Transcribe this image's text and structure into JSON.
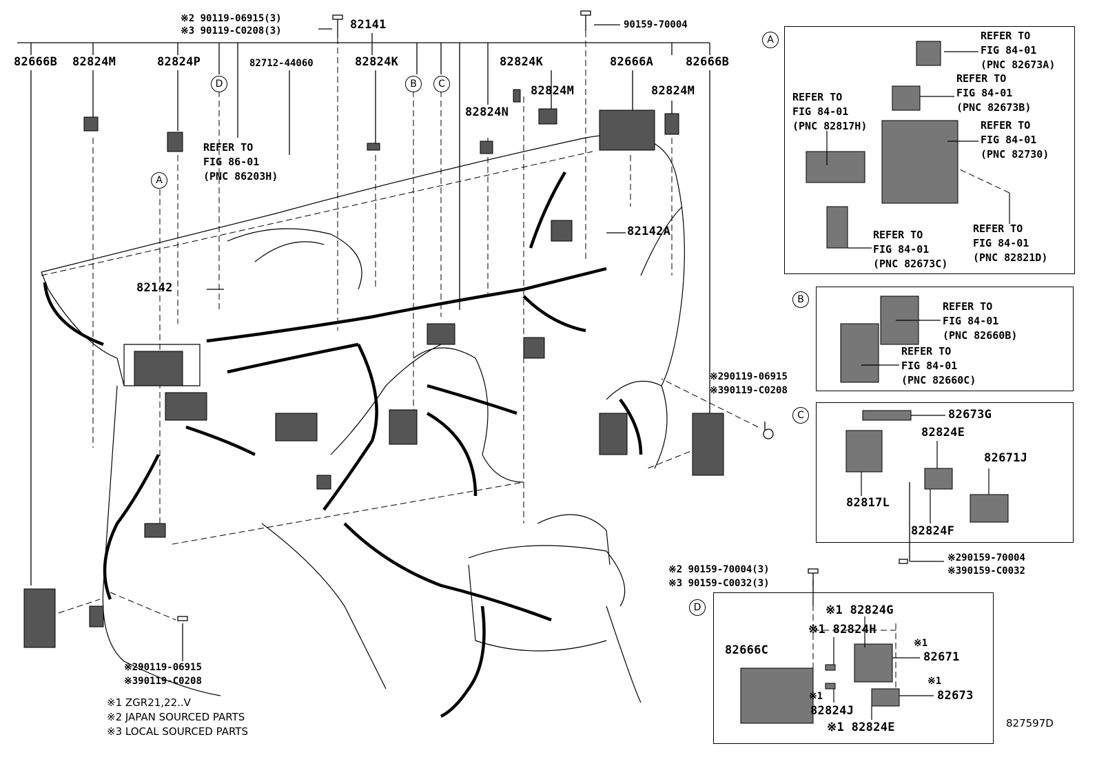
{
  "top_labels": {
    "p82666b_left": "82666B",
    "p82824m_left": "82824M",
    "p82824p": "82824P",
    "p82712": "82712-44060",
    "p82824k_a": "82824K",
    "p82824k_b": "82824K",
    "p82666a": "82666A",
    "p82666b_right": "82666B",
    "p82824m_mid": "82824M",
    "p82824m_right": "82824M",
    "p82824n": "82824N",
    "p82141": "82141",
    "p82142": "82142",
    "p82142a": "82142A"
  },
  "bolts": {
    "top_left_1": "※2 90119-06915(3)",
    "top_left_2": "※3 90119-C0208(3)",
    "top_mid": "90159-70004",
    "right_mid_1": "※290119-06915",
    "right_mid_2": "※390119-C0208",
    "bottom_left_1": "※290119-06915",
    "bottom_left_2": "※390119-C0208",
    "bottom_mid_1": "※2 90159-70004(3)",
    "bottom_mid_2": "※3 90159-C0032(3)",
    "box_c_1": "※290159-70004",
    "box_c_2": "※390159-C0032"
  },
  "main_refer": "REFER TO\nFIG 86-01\n(PNC 86203H)",
  "callouts": {
    "a": "A",
    "b": "B",
    "c": "C",
    "d": "D"
  },
  "box_a": {
    "ref1": "REFER TO\nFIG 84-01\n(PNC 82673A)",
    "ref2": "REFER TO\nFIG 84-01\n(PNC 82673B)",
    "ref3": "REFER TO\nFIG 84-01\n(PNC 82817H)",
    "ref4": "REFER TO\nFIG 84-01\n(PNC 82730)",
    "ref5": "REFER TO\nFIG 84-01\n(PNC 82673C)",
    "ref6": "REFER TO\nFIG 84-01\n(PNC 82821D)"
  },
  "box_b": {
    "ref1": "REFER TO\nFIG 84-01\n(PNC 82660B)",
    "ref2": "REFER TO\nFIG 84-01\n(PNC 82660C)"
  },
  "box_c": {
    "p1": "82673G",
    "p2": "82824E",
    "p3": "82671J",
    "p4": "82817L",
    "p5": "82824F"
  },
  "box_d": {
    "p1": "※1 82824G",
    "p2": "※1 82824H",
    "p3": "82666C",
    "p4_mark": "※1",
    "p4": "82671",
    "p5_mark": "※1",
    "p5": "82673",
    "p6_mark": "※1",
    "p6": "82824J",
    "p7": "※1 82824E"
  },
  "notes": [
    "※1 ZGR21,22..V",
    "※2 JAPAN SOURCED PARTS",
    "※3 LOCAL SOURCED PARTS"
  ],
  "figure_code": "827597D"
}
